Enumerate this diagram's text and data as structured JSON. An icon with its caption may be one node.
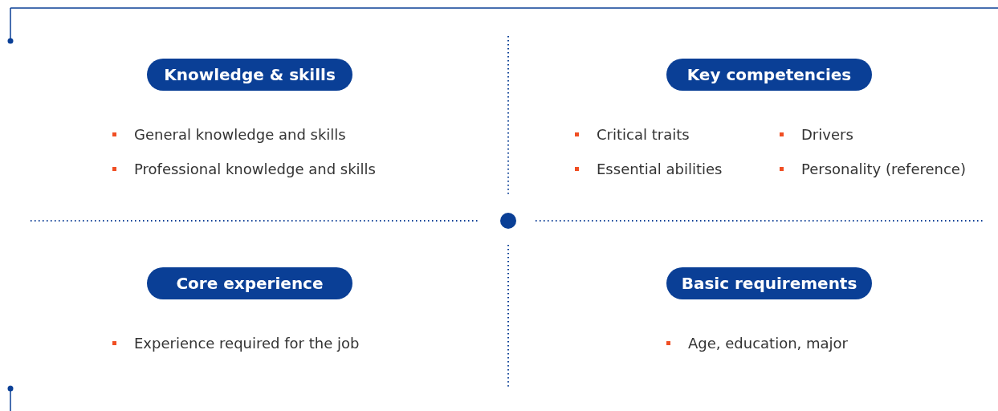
{
  "diagram": {
    "nodes": [
      {
        "text": [
          "Knowledge & skills"
        ],
        "beside": [
          "General knowledge and skills",
          "Professional knowledge and skills"
        ]
      },
      {
        "text": [
          "Key competencies"
        ],
        "beside": [
          "Critical traits",
          "Drivers",
          "Essential abilities",
          "Personality (reference)"
        ]
      },
      {
        "text": [
          "Core experience"
        ],
        "beside": [
          "Experience required for the job"
        ]
      },
      {
        "text": [
          "Basic requirements"
        ],
        "beside": [
          "Age, education, major"
        ]
      }
    ]
  }
}
